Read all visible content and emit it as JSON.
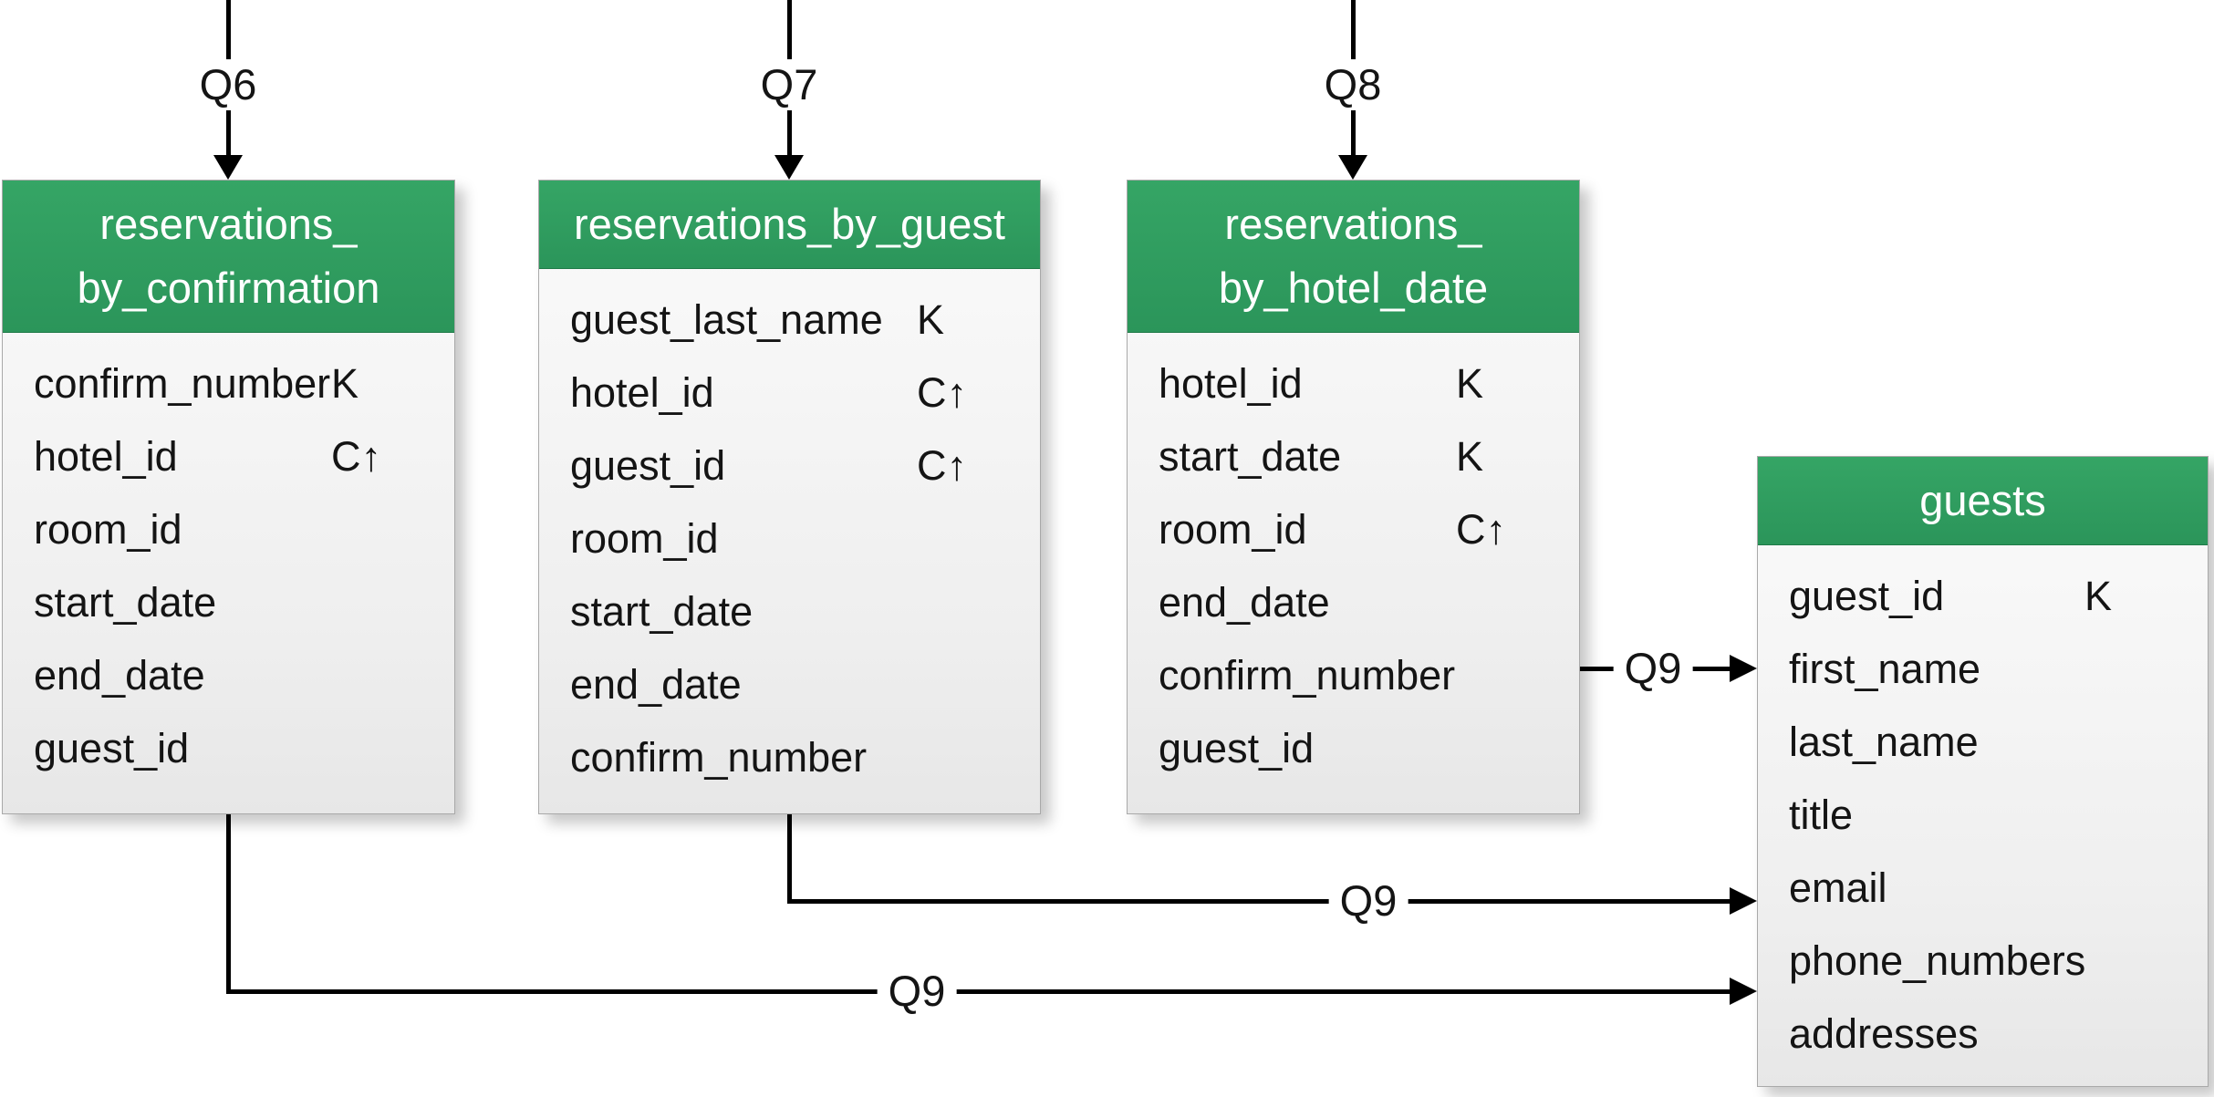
{
  "diagram": {
    "type": "database-table-diagram",
    "colors": {
      "header_green": "#2e9c5e",
      "table_body": "#f2f2f2",
      "line_black": "#000000",
      "text": "#141414"
    },
    "queries": {
      "q6": "Q6",
      "q7": "Q7",
      "q8": "Q8",
      "q9": "Q9"
    },
    "tables": [
      {
        "id": "reservations_by_confirmation",
        "title_lines": [
          "reservations_",
          "by_confirmation"
        ],
        "fields": [
          {
            "name": "confirm_number",
            "key": "K"
          },
          {
            "name": "hotel_id",
            "key": "C↑"
          },
          {
            "name": "room_id",
            "key": ""
          },
          {
            "name": "start_date",
            "key": ""
          },
          {
            "name": "end_date",
            "key": ""
          },
          {
            "name": "guest_id",
            "key": ""
          }
        ]
      },
      {
        "id": "reservations_by_guest",
        "title_lines": [
          "reservations_by_guest"
        ],
        "fields": [
          {
            "name": "guest_last_name",
            "key": "K"
          },
          {
            "name": "hotel_id",
            "key": "C↑"
          },
          {
            "name": "guest_id",
            "key": "C↑"
          },
          {
            "name": "room_id",
            "key": ""
          },
          {
            "name": "start_date",
            "key": ""
          },
          {
            "name": "end_date",
            "key": ""
          },
          {
            "name": "confirm_number",
            "key": ""
          }
        ]
      },
      {
        "id": "reservations_by_hotel_date",
        "title_lines": [
          "reservations_",
          "by_hotel_date"
        ],
        "fields": [
          {
            "name": "hotel_id",
            "key": "K"
          },
          {
            "name": "start_date",
            "key": "K"
          },
          {
            "name": "room_id",
            "key": "C↑"
          },
          {
            "name": "end_date",
            "key": ""
          },
          {
            "name": "confirm_number",
            "key": ""
          },
          {
            "name": "guest_id",
            "key": ""
          }
        ]
      },
      {
        "id": "guests",
        "title_lines": [
          "guests"
        ],
        "fields": [
          {
            "name": "guest_id",
            "key": "K"
          },
          {
            "name": "first_name",
            "key": ""
          },
          {
            "name": "last_name",
            "key": ""
          },
          {
            "name": "title",
            "key": ""
          },
          {
            "name": "email",
            "key": ""
          },
          {
            "name": "phone_numbers",
            "key": ""
          },
          {
            "name": "addresses",
            "key": ""
          }
        ]
      }
    ]
  }
}
